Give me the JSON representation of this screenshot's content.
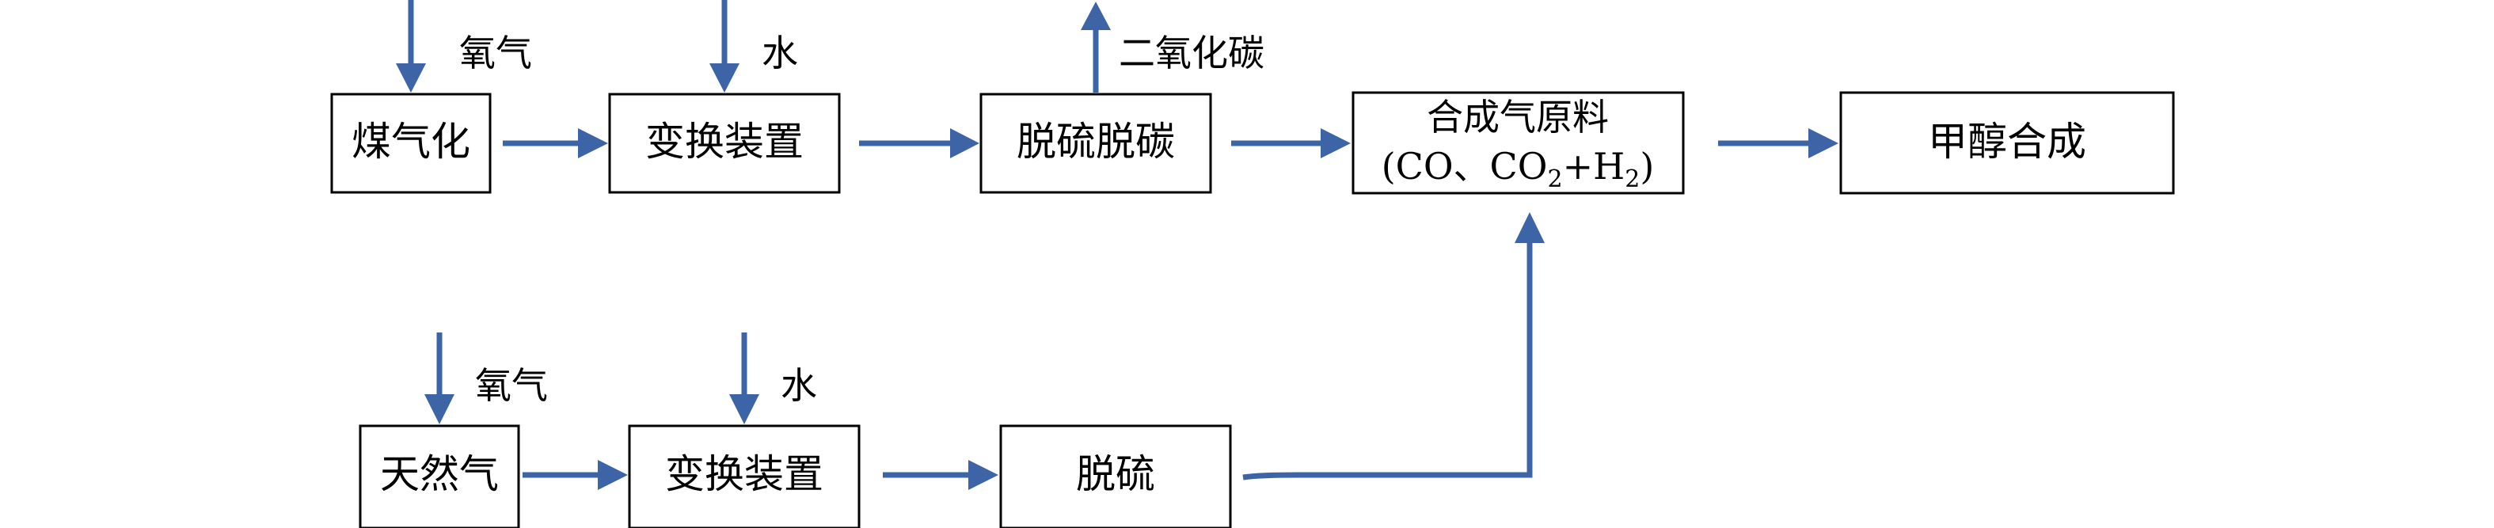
{
  "colors": {
    "arrow": "#3d64a6",
    "box_border": "#000000",
    "background": "#ffffff"
  },
  "top_row": {
    "coal_gasification": "煤气化",
    "shift_unit": "变换装置",
    "desulfurization_decarbonization": "脱硫脱碳",
    "syngas_feed_line1": "合成气原料",
    "syngas_feed_line2_open": "(CO、CO",
    "syngas_sub_2a": "2",
    "syngas_plus_h": "+H",
    "syngas_sub_2b": "2",
    "syngas_close": ")",
    "methanol_synthesis": "甲醇合成",
    "input_oxygen": "氧气",
    "input_water": "水",
    "output_co2": "二氧化碳"
  },
  "bottom_row": {
    "natural_gas": "天然气",
    "shift_unit": "变换装置",
    "desulfurization": "脱硫",
    "input_oxygen": "氧气",
    "input_water": "水"
  }
}
